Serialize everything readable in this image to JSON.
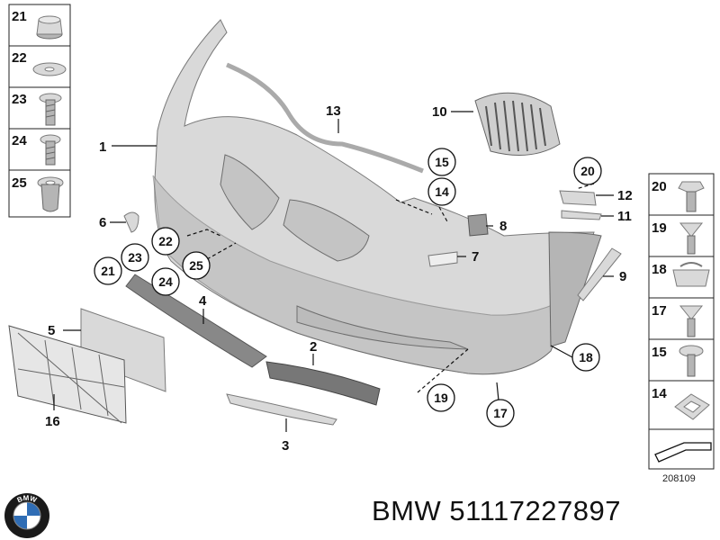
{
  "footer": {
    "brand": "BMW",
    "part_number": "51117227897"
  },
  "logo": {
    "text": "BMW"
  },
  "diagram": {
    "code": "208109"
  },
  "left_column": [
    "21",
    "22",
    "23",
    "24",
    "25"
  ],
  "right_column": [
    "20",
    "19",
    "18",
    "17",
    "15",
    "14"
  ],
  "callouts": {
    "c1": "1",
    "c2": "2",
    "c3": "3",
    "c4": "4",
    "c5": "5",
    "c6": "6",
    "c7": "7",
    "c8": "8",
    "c9": "9",
    "c10": "10",
    "c11": "11",
    "c12": "12",
    "c13": "13",
    "c16": "16"
  },
  "circles": {
    "k15": "15",
    "k14": "14",
    "k20": "20",
    "k22": "22",
    "k23": "23",
    "k21": "21",
    "k24": "24",
    "k25": "25",
    "k18": "18",
    "k19": "19",
    "k17": "17"
  },
  "colors": {
    "part_fill": "#d9d9d9",
    "part_stroke": "#7a7a7a",
    "ink": "#111111"
  }
}
